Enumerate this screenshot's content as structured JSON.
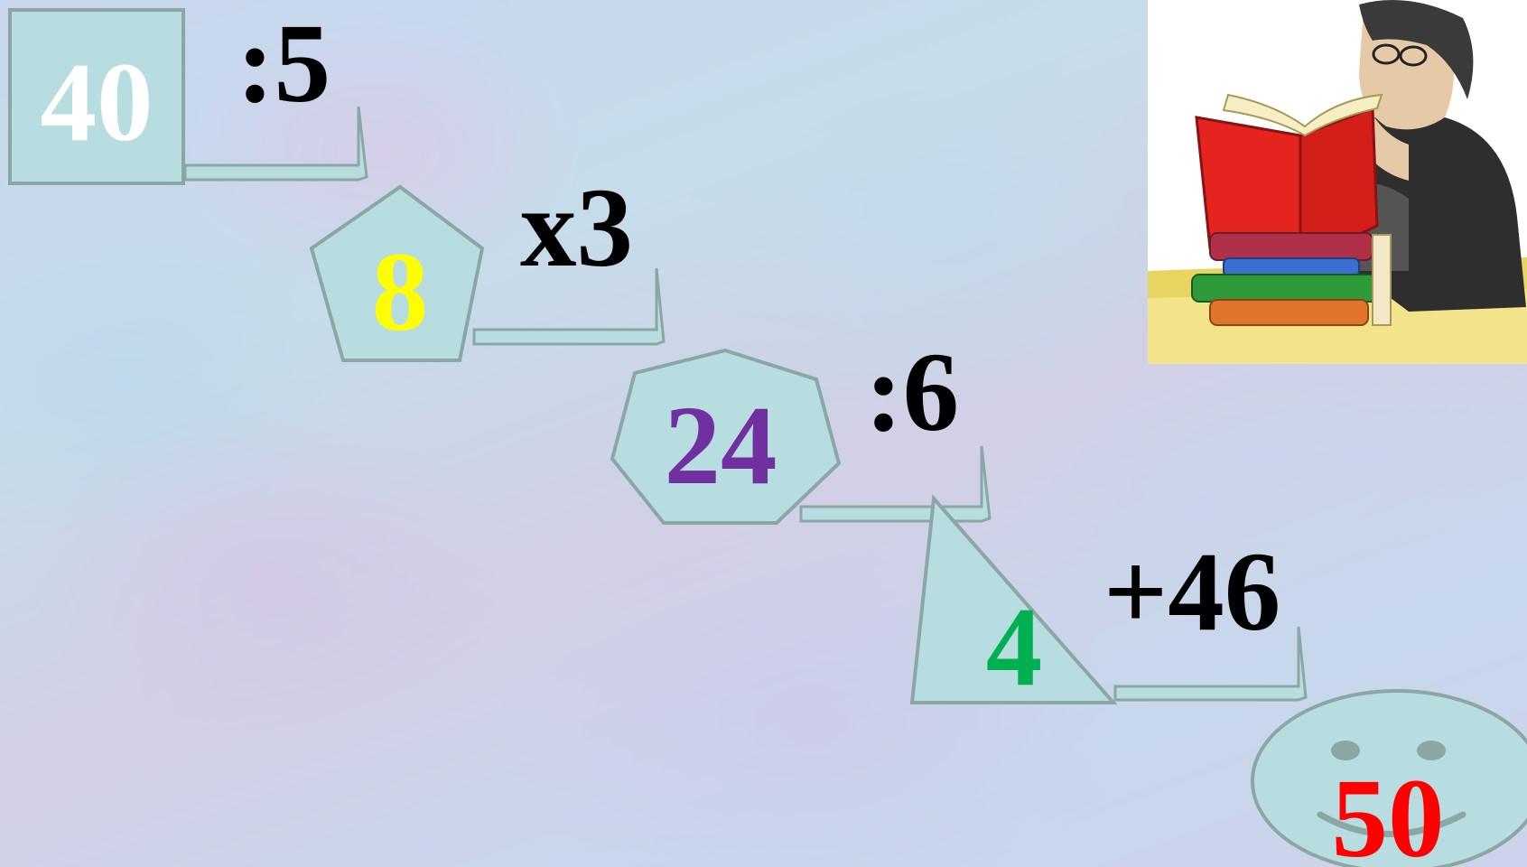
{
  "chain": {
    "start": {
      "value": "40",
      "shape": "square",
      "color": "#ffffff"
    },
    "steps": [
      {
        "operation": ":5",
        "result": "8",
        "shape": "pentagon",
        "color": "#ffff00"
      },
      {
        "operation": "x3",
        "result": "24",
        "shape": "heptagon",
        "color": "#7030a0"
      },
      {
        "operation": ":6",
        "result": "4",
        "shape": "triangle",
        "color": "#00b050"
      },
      {
        "operation": "+46",
        "result": "50",
        "shape": "smiley-face",
        "color": "#ff0000"
      }
    ]
  },
  "colors": {
    "shape_fill": "#b7dde0",
    "shape_stroke": "#8aa7a4",
    "operation_text": "#000000"
  },
  "illustration": {
    "icon": "man-reading-book-icon"
  }
}
